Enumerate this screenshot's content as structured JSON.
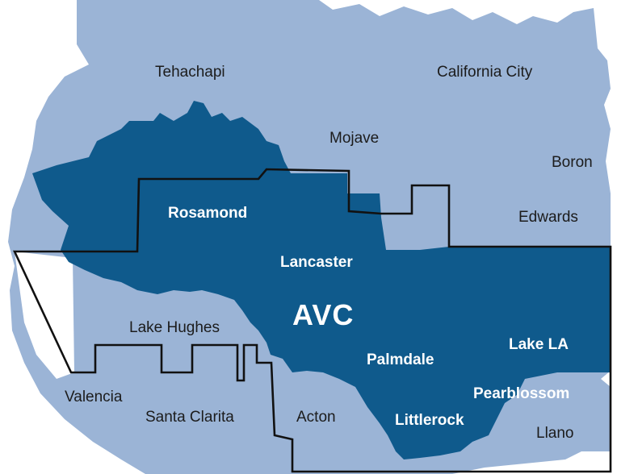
{
  "map": {
    "labels": {
      "tehachapi": "Tehachapi",
      "california_city": "California City",
      "mojave": "Mojave",
      "boron": "Boron",
      "edwards": "Edwards",
      "rosamond": "Rosamond",
      "lancaster": "Lancaster",
      "avc": "AVC",
      "lake_hughes": "Lake Hughes",
      "palmdale": "Palmdale",
      "lake_la": "Lake LA",
      "pearblossom": "Pearblossom",
      "valencia": "Valencia",
      "santa_clarita": "Santa Clarita",
      "acton": "Acton",
      "littlerock": "Littlerock",
      "llano": "Llano"
    },
    "colors": {
      "outer_region": "#9bb4d6",
      "service_area": "#0f5a8c",
      "boundary": "#111111",
      "outer_label": "#1c1c1c",
      "inner_label": "#ffffff"
    }
  }
}
